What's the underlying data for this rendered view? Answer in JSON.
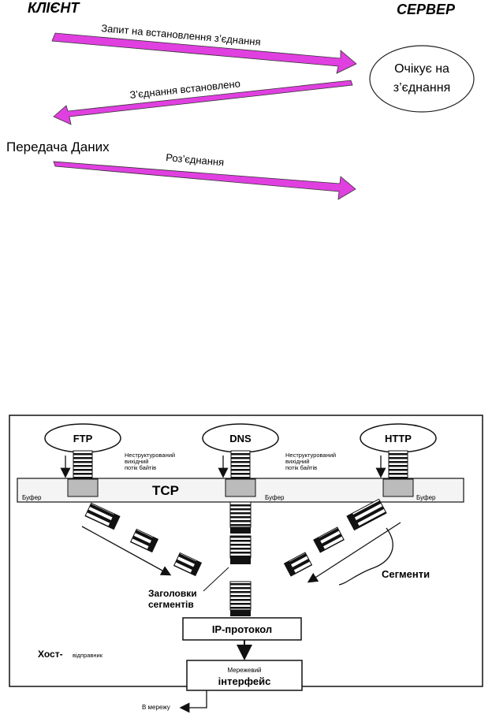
{
  "top_diagram": {
    "client_label": "КЛІЄНТ",
    "server_label": "СЕРВЕР",
    "server_ellipse_line1": "Очікує на",
    "server_ellipse_line2": "з’єднання",
    "arrow1_label": "Запит на встановлення з’єднання",
    "arrow2_label": "З’єднання встановлено",
    "data_transfer_label": "Передача Даних",
    "arrow3_label": "Роз’єднання",
    "arrow_color": "#e040e0"
  },
  "bottom_diagram": {
    "apps": [
      "FTP",
      "DNS",
      "HTTP"
    ],
    "stream_label_line1": "Неструктурований",
    "stream_label_line2": "вихідний",
    "stream_label_line3": "потік байтів",
    "tcp_label": "TCP",
    "buffer_label": "Буфер",
    "headers_label_line1": "Заголовки",
    "headers_label_line2": "сегментів",
    "segments_label": "Сегменти",
    "ip_label": "IP-протокол",
    "host_label": "Хост-",
    "host_sub_label": "відправник",
    "iface_line1": "Мережевий",
    "iface_line2": "інтерфейс",
    "to_network_label": "В мережу"
  }
}
